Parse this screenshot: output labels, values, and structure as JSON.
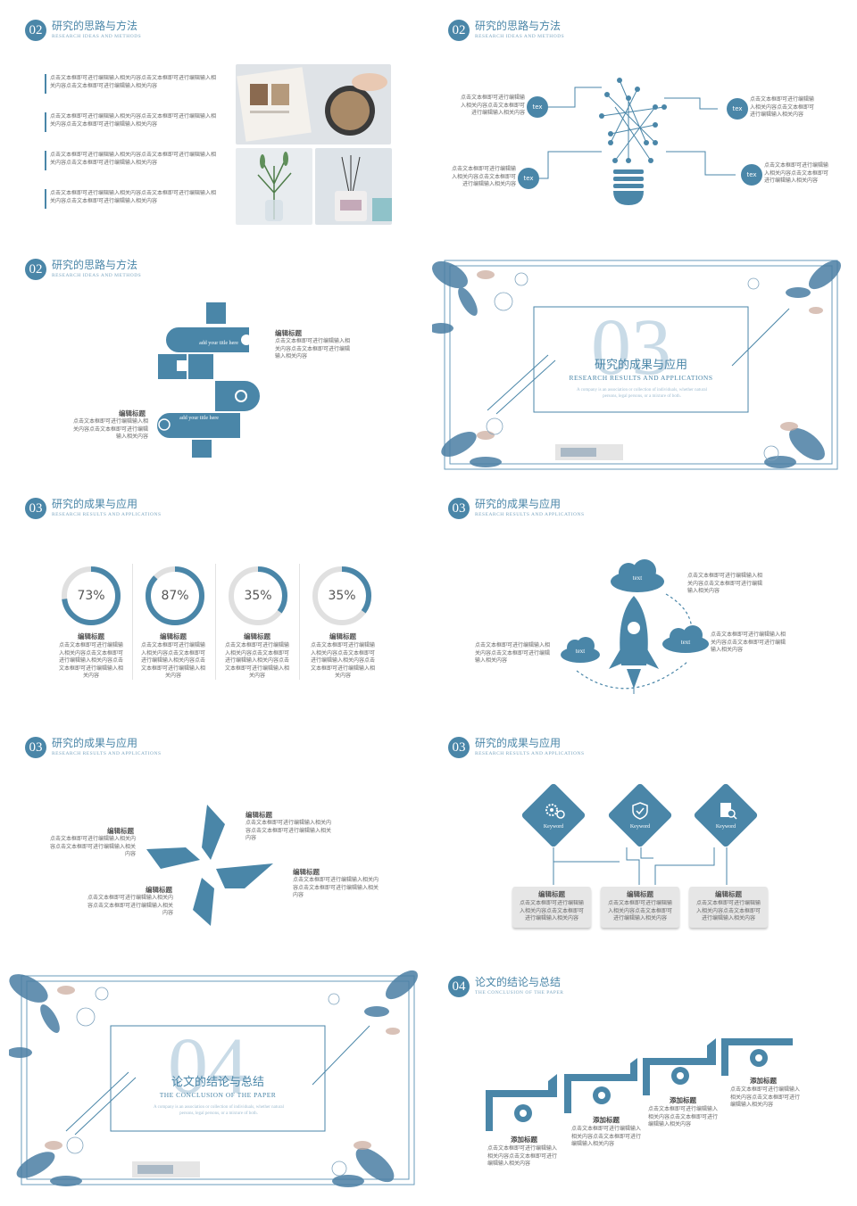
{
  "colors": {
    "accent": "#4a86a8",
    "light_accent": "#c9dbe7",
    "ring_bg": "#e0e0e0"
  },
  "filler_long": "点击文本框即可进行编辑输入相关内容点击文本框即可进行编辑输入相关内容点击文本框即可进行编辑输入相关内容",
  "s1": {
    "num": "02",
    "title": "研究的思路与方法",
    "subtitle": "RESEARCH IDEAS AND METHODS",
    "items": [
      "点击文本框即可进行编辑输入相关内容点击文本框即可进行编辑输入相关内容点击文本框即可进行编辑输入相关内容",
      "点击文本框即可进行编辑输入相关内容点击文本框即可进行编辑输入相关内容点击文本框即可进行编辑输入相关内容",
      "点击文本框即可进行编辑输入相关内容点击文本框即可进行编辑输入相关内容点击文本框即可进行编辑输入相关内容",
      "点击文本框即可进行编辑输入相关内容点击文本框即可进行编辑输入相关内容点击文本框即可进行编辑输入相关内容"
    ]
  },
  "s2": {
    "num": "02",
    "title": "研究的思路与方法",
    "subtitle": "RESEARCH IDEAS AND METHODS",
    "tex": "tex",
    "tl": "点击文本框即可进行编辑输入相关内容点击文本框即可进行编辑输入相关内容",
    "bl": "点击文本框即可进行编辑输入相关内容点击文本框即可进行编辑输入相关内容",
    "tr": "点击文本框即可进行编辑输入相关内容点击文本框即可进行编辑输入相关内容",
    "br": "点击文本框即可进行编辑输入相关内容点击文本框即可进行编辑输入相关内容"
  },
  "s3": {
    "num": "02",
    "title": "研究的思路与方法",
    "subtitle": "RESEARCH IDEAS AND METHODS",
    "piece1": "add your title here",
    "piece2": "add your title here",
    "head1": "编辑标题",
    "text1": "点击文本框即可进行编辑输入相关内容点击文本框即可进行编辑输入相关内容",
    "head2": "编辑标题",
    "text2": "点击文本框即可进行编辑输入相关内容点击文本框即可进行编辑输入相关内容"
  },
  "s4": {
    "big": "03",
    "title": "研究的成果与应用",
    "subtitle": "RESEARCH RESULTS AND APPLICATIONS",
    "desc": "A company is an association or collection of individuals, whether natural persons, legal persons, or a mixture of both."
  },
  "s5": {
    "num": "03",
    "title": "研究的成果与应用",
    "subtitle": "RESEARCH RESULTS AND APPLICATIONS",
    "stats": [
      {
        "pct": 73,
        "label": "73%",
        "head": "编辑标题",
        "text": "点击文本框即可进行编辑输入相关内容点击文本框即可进行编辑输入相关内容点击文本框即可进行编辑输入相关内容"
      },
      {
        "pct": 87,
        "label": "87%",
        "head": "编辑标题",
        "text": "点击文本框即可进行编辑输入相关内容点击文本框即可进行编辑输入相关内容点击文本框即可进行编辑输入相关内容"
      },
      {
        "pct": 35,
        "label": "35%",
        "head": "编辑标题",
        "text": "点击文本框即可进行编辑输入相关内容点击文本框即可进行编辑输入相关内容点击文本框即可进行编辑输入相关内容"
      },
      {
        "pct": 35,
        "label": "35%",
        "head": "编辑标题",
        "text": "点击文本框即可进行编辑输入相关内容点击文本框即可进行编辑输入相关内容点击文本框即可进行编辑输入相关内容"
      }
    ]
  },
  "s6": {
    "num": "03",
    "title": "研究的成果与应用",
    "subtitle": "RESEARCH RESULTS AND APPLICATIONS",
    "cloud": "text",
    "right1": "点击文本框即可进行编辑输入相关内容点击文本框即可进行编辑输入相关内容",
    "right2": "点击文本框即可进行编辑输入相关内容点击文本框即可进行编辑输入相关内容",
    "left": "点击文本框即可进行编辑输入相关内容点击文本框即可进行编辑输入相关内容"
  },
  "s7": {
    "num": "03",
    "title": "研究的成果与应用",
    "subtitle": "RESEARCH RESULTS AND APPLICATIONS",
    "items": [
      {
        "head": "编辑标题",
        "text": "点击文本框即可进行编辑输入相关内容点击文本框即可进行编辑输入相关内容"
      },
      {
        "head": "编辑标题",
        "text": "点击文本框即可进行编辑输入相关内容点击文本框即可进行编辑输入相关内容"
      },
      {
        "head": "编辑标题",
        "text": "点击文本框即可进行编辑输入相关内容点击文本框即可进行编辑输入相关内容"
      },
      {
        "head": "编辑标题",
        "text": "点击文本框即可进行编辑输入相关内容点击文本框即可进行编辑输入相关内容"
      }
    ]
  },
  "s8": {
    "num": "03",
    "title": "研究的成果与应用",
    "subtitle": "RESEARCH RESULTS AND APPLICATIONS",
    "keywords": [
      "Keyword",
      "Keyword",
      "Keyword"
    ],
    "cards": [
      {
        "head": "编辑标题",
        "text": "点击文本框即可进行编辑输入相关内容点击文本框即可进行编辑输入相关内容"
      },
      {
        "head": "编辑标题",
        "text": "点击文本框即可进行编辑输入相关内容点击文本框即可进行编辑输入相关内容"
      },
      {
        "head": "编辑标题",
        "text": "点击文本框即可进行编辑输入相关内容点击文本框即可进行编辑输入相关内容"
      }
    ]
  },
  "s9": {
    "big": "04",
    "title": "论文的结论与总结",
    "subtitle": "THE CONCLUSION OF THE PAPER",
    "desc": "A company is an association or collection of individuals, whether natural persons, legal persons, or a mixture of both."
  },
  "s10": {
    "num": "04",
    "title": "论文的结论与总结",
    "subtitle": "THE CONCLUSION OF THE PAPER",
    "steps": [
      {
        "head": "添加标题",
        "text": "点击文本框即可进行编辑输入相关内容点击文本框即可进行编辑输入相关内容"
      },
      {
        "head": "添加标题",
        "text": "点击文本框即可进行编辑输入相关内容点击文本框即可进行编辑输入相关内容"
      },
      {
        "head": "添加标题",
        "text": "点击文本框即可进行编辑输入相关内容点击文本框即可进行编辑输入相关内容"
      },
      {
        "head": "添加标题",
        "text": "点击文本框即可进行编辑输入相关内容点击文本框即可进行编辑输入相关内容"
      }
    ]
  }
}
